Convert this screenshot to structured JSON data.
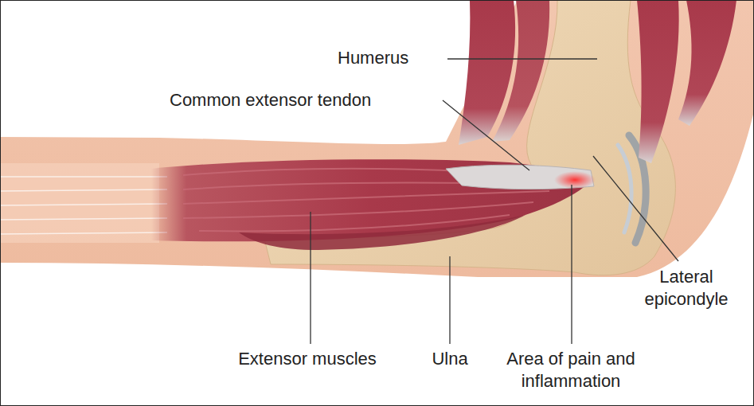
{
  "diagram": {
    "labels": [
      "Humerus",
      "Common extensor tendon",
      "Lateral epicondyle",
      "Extensor muscles",
      "Ulna",
      "Area of pain and inflammation"
    ]
  }
}
